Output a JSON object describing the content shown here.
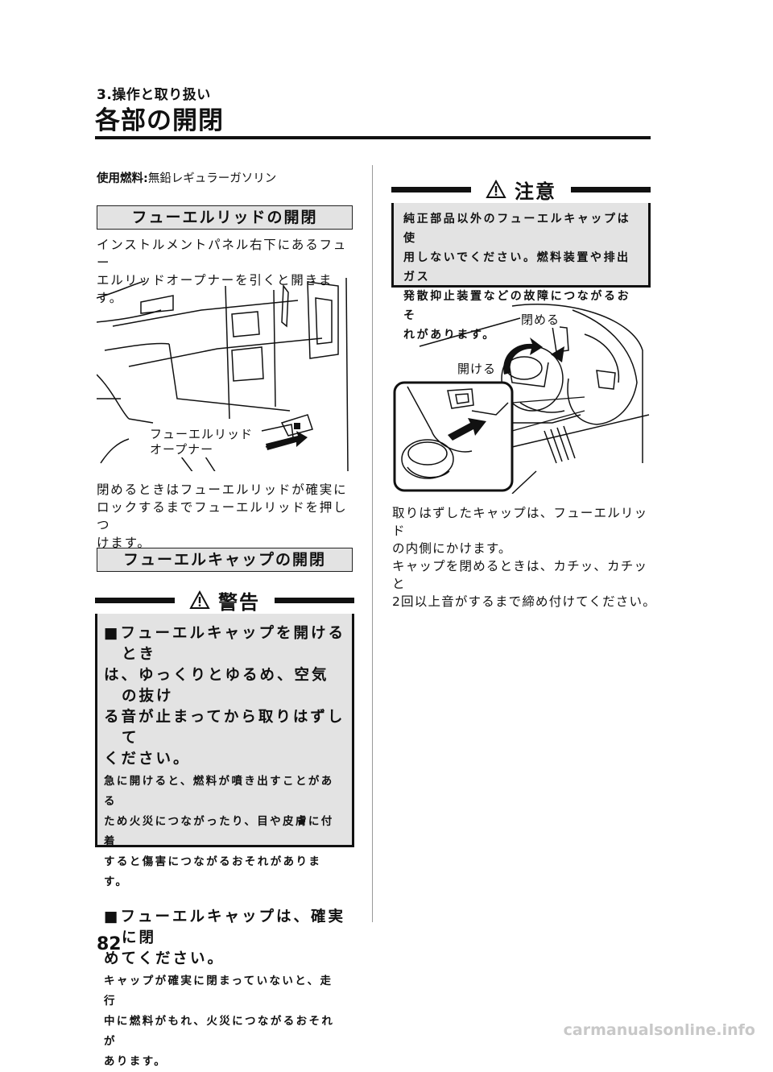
{
  "header": {
    "chapter": "3.操作と取り扱い",
    "title": "各部の開閉"
  },
  "fuel": {
    "label": "使用燃料:",
    "value": "無鉛レギュラーガソリン"
  },
  "lid_section": {
    "heading": "フューエルリッドの開閉",
    "intro_line1": "インストルメントパネル右下にあるフュー",
    "intro_line2": "エルリッドオープナーを引くと開きます。",
    "figure_label_line1": "フューエルリッド",
    "figure_label_line2": "オープナー",
    "close_line1": "閉めるときはフューエルリッドが確実に",
    "close_line2": "ロックするまでフューエルリッドを押しつ",
    "close_line3": "けます。"
  },
  "cap_section": {
    "heading": "フューエルキャップの開閉"
  },
  "warning": {
    "title": "警告",
    "item1_head_l1": "■フューエルキャップを開けるとき",
    "item1_head_l2": "は、ゆっくりとゆるめ、空気の抜け",
    "item1_head_l3": "る音が止まってから取りはずして",
    "item1_head_l4": "ください。",
    "item1_body_l1": "急に開けると、燃料が噴き出すことがある",
    "item1_body_l2": "ため火災につながったり、目や皮膚に付着",
    "item1_body_l3": "すると傷害につながるおそれがあります。",
    "item2_head_l1": "■フューエルキャップは、確実に閉",
    "item2_head_l2": "めてください。",
    "item2_body_l1": "キャップが確実に閉まっていないと、走行",
    "item2_body_l2": "中に燃料がもれ、火災につながるおそれが",
    "item2_body_l3": "あります。"
  },
  "caution": {
    "title": "注意",
    "line1": "純正部品以外のフューエルキャップは使",
    "line2": "用しないでください。燃料装置や排出ガス",
    "line3": "発散抑止装置などの故障につながるおそ",
    "line4": "れがあります。"
  },
  "cap_figure": {
    "close_label": "閉める",
    "open_label": "開ける"
  },
  "cap_text": {
    "line1": "取りはずしたキャップは、フューエルリッド",
    "line2": "の内側にかけます。",
    "line3": "キャップを閉めるときは、カチッ、カチッと",
    "line4": "2回以上音がするまで締め付けてください。"
  },
  "footer": {
    "page_number": "82",
    "watermark": "carmanualsonline.info"
  }
}
